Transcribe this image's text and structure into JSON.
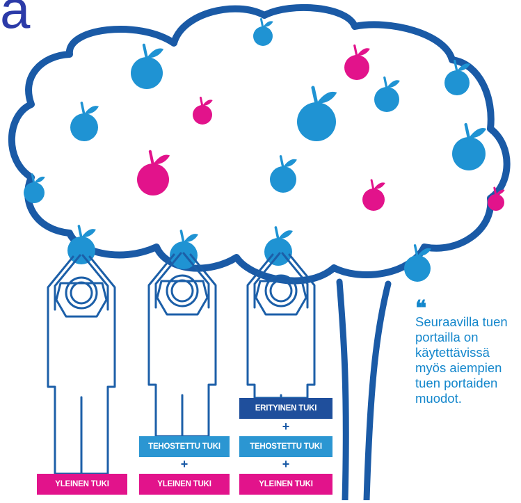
{
  "heading": {
    "text": "ä"
  },
  "quote": {
    "mark": "❝",
    "lines": [
      "Seuraavilla tuen",
      "portailla on",
      "käytettävissä",
      "myös aiempien",
      "tuen portaiden",
      "muodot."
    ]
  },
  "figures": [
    {
      "stack": [
        "YLEINEN TUKI"
      ]
    },
    {
      "stack": [
        "TEHOSTETTU TUKI",
        "YLEINEN TUKI"
      ]
    },
    {
      "stack": [
        "ERITYINEN TUKI",
        "TEHOSTETTU TUKI",
        "YLEINEN TUKI"
      ]
    }
  ],
  "plus_sign": "+",
  "colors": {
    "cloud_outline": "#1a5aa6",
    "apple_blue": "#1f93d3",
    "apple_pink": "#e2138b",
    "figure_stroke": "#1c5fa8",
    "trunk": "#1a5aa6",
    "heading": "#2b3aa8",
    "yleinen": "#e2138b",
    "tehostettu": "#2b96d2",
    "erityinen": "#1f4f9c"
  },
  "icons": {
    "apple": "apple-icon",
    "person": "person-icon",
    "tree": "tree-icon",
    "quote": "quote-icon"
  }
}
